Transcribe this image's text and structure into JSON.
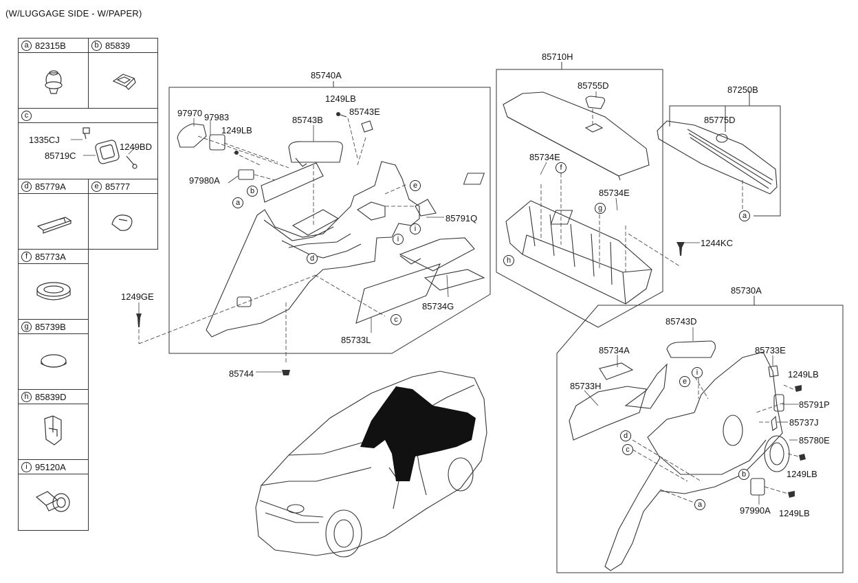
{
  "title": "(W/LUGGAGE SIDE - W/PAPER)",
  "legend": [
    {
      "letter": "a",
      "part": "82315B"
    },
    {
      "letter": "b",
      "part": "85839"
    },
    {
      "letter": "c",
      "part": ""
    },
    {
      "letter": "d",
      "part": "85779A"
    },
    {
      "letter": "e",
      "part": "85777"
    },
    {
      "letter": "f",
      "part": "85773A"
    },
    {
      "letter": "g",
      "part": "85739B"
    },
    {
      "letter": "h",
      "part": "85839D"
    },
    {
      "letter": "i",
      "part": "95120A"
    }
  ],
  "legend_c_parts": {
    "p1": "1335CJ",
    "p2": "85719C",
    "p3": "1249BD"
  },
  "groups": {
    "left_panel": "85740A",
    "cover": "85710H",
    "tray": "87250B",
    "right_panel": "85730A"
  },
  "labels": {
    "p_97970": "97970",
    "p_97983": "97983",
    "p_1249LB_a": "1249LB",
    "p_85743B": "85743B",
    "p_1249LB_b": "1249LB",
    "p_85743E": "85743E",
    "p_97980A": "97980A",
    "p_85791Q": "85791Q",
    "p_85734G": "85734G",
    "p_85733L": "85733L",
    "p_1249GE": "1249GE",
    "p_85744": "85744",
    "p_85755D": "85755D",
    "p_85734E_a": "85734E",
    "p_85734E_b": "85734E",
    "p_85775D": "85775D",
    "p_1244KC": "1244KC",
    "p_85743D": "85743D",
    "p_85734A": "85734A",
    "p_85733H": "85733H",
    "p_85733E": "85733E",
    "p_1249LB_c": "1249LB",
    "p_85791P": "85791P",
    "p_85737J": "85737J",
    "p_85780E": "85780E",
    "p_1249LB_d": "1249LB",
    "p_97990A": "97990A",
    "p_1249LB_e": "1249LB"
  },
  "callouts": {
    "a": "a",
    "b": "b",
    "c": "c",
    "d": "d",
    "e": "e",
    "f": "f",
    "g": "g",
    "h": "h",
    "i": "i"
  }
}
